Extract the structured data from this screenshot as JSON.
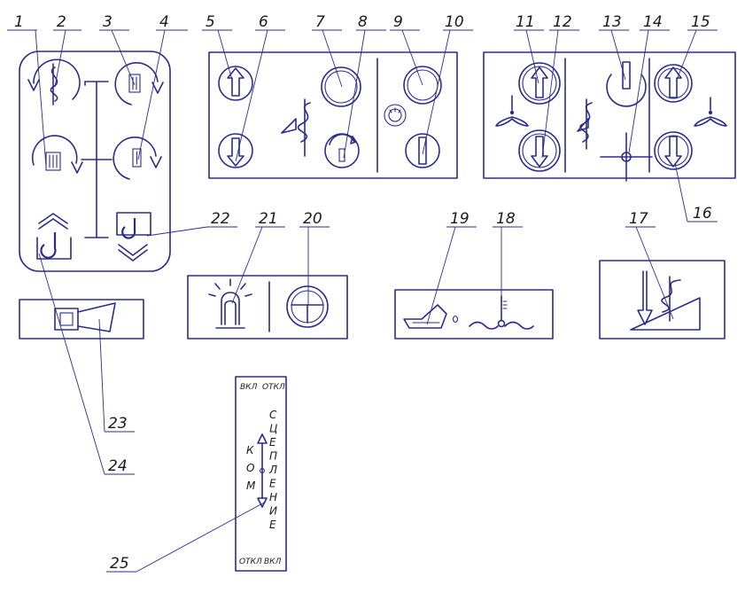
{
  "callouts": [
    "1",
    "2",
    "3",
    "4",
    "5",
    "6",
    "7",
    "8",
    "9",
    "10",
    "11",
    "12",
    "13",
    "14",
    "15",
    "16",
    "17",
    "18",
    "19",
    "20",
    "21",
    "22",
    "23",
    "24",
    "25"
  ],
  "switch_plate": {
    "top_left": "ВКЛ",
    "top_right": "ОТКЛ",
    "bottom_left": "ОТКЛ",
    "bottom_right": "ВКЛ",
    "left_word": [
      "К",
      "О",
      "М"
    ],
    "right_word": [
      "С",
      "Ц",
      "Е",
      "П",
      "Л",
      "Е",
      "Н",
      "И",
      "Е"
    ]
  },
  "colors": {
    "line": "#2b2b8f",
    "text": "#1a1a1a",
    "background": "#ffffff"
  }
}
